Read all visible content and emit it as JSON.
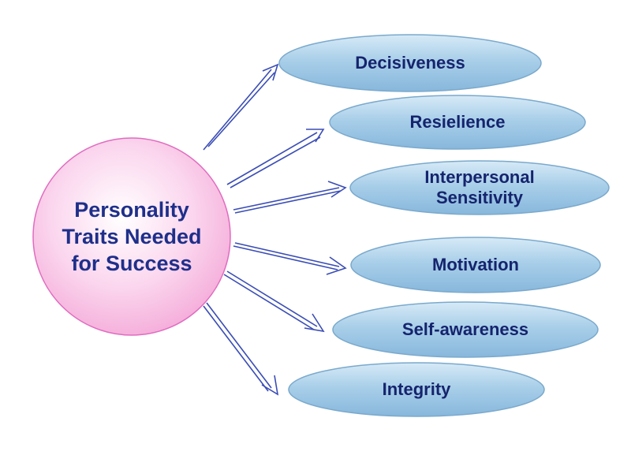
{
  "center": {
    "lines": [
      "Personality",
      "Traits Needed",
      "for Success"
    ]
  },
  "traits": [
    {
      "lines": [
        "Decisiveness"
      ]
    },
    {
      "lines": [
        "Resielience"
      ]
    },
    {
      "lines": [
        "Interpersonal",
        "Sensitivity"
      ]
    },
    {
      "lines": [
        "Motivation"
      ]
    },
    {
      "lines": [
        "Self-awareness"
      ]
    },
    {
      "lines": [
        "Integrity"
      ]
    }
  ],
  "colors": {
    "center_fill": "#f9c8e6",
    "center_border": "#e06cc0",
    "trait_fill": "#a8cde6",
    "trait_border": "#7aa9cc",
    "arrow": "#3a4db5",
    "text": "#1f2f8a"
  }
}
